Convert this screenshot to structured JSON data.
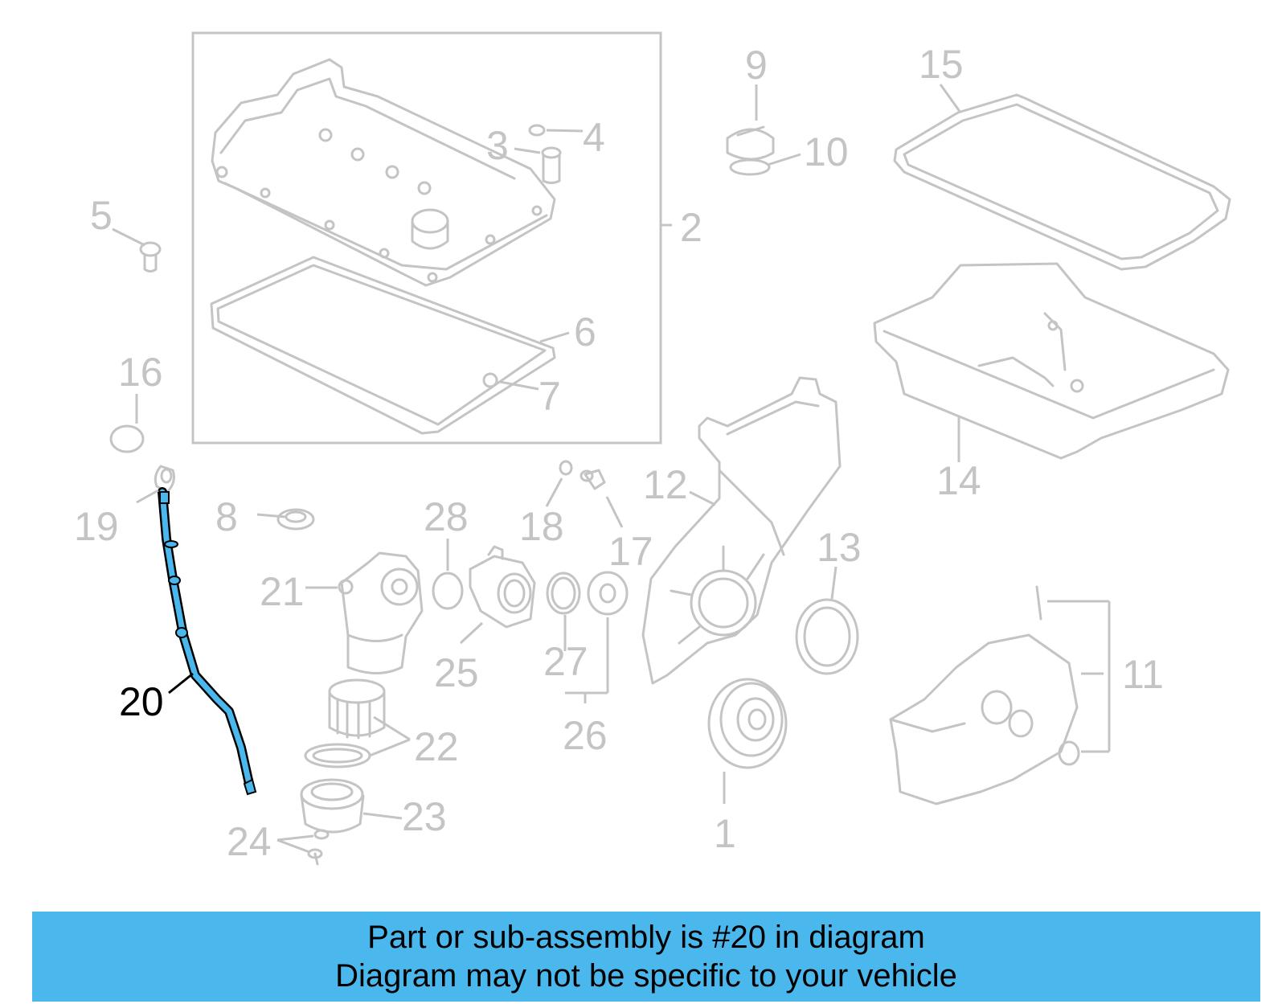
{
  "colors": {
    "inactive": "#c4c4c4",
    "highlight": "#4bb8ed",
    "highlight_outline": "#000000",
    "banner_bg": "#4bb8ed",
    "banner_text": "#000000"
  },
  "callouts": [
    {
      "id": "1",
      "label": "1"
    },
    {
      "id": "2",
      "label": "2"
    },
    {
      "id": "3",
      "label": "3"
    },
    {
      "id": "4",
      "label": "4"
    },
    {
      "id": "5",
      "label": "5"
    },
    {
      "id": "6",
      "label": "6"
    },
    {
      "id": "7",
      "label": "7"
    },
    {
      "id": "8",
      "label": "8"
    },
    {
      "id": "9",
      "label": "9"
    },
    {
      "id": "10",
      "label": "10"
    },
    {
      "id": "11",
      "label": "11"
    },
    {
      "id": "12",
      "label": "12"
    },
    {
      "id": "13",
      "label": "13"
    },
    {
      "id": "14",
      "label": "14"
    },
    {
      "id": "15",
      "label": "15"
    },
    {
      "id": "16",
      "label": "16"
    },
    {
      "id": "17",
      "label": "17"
    },
    {
      "id": "18",
      "label": "18"
    },
    {
      "id": "19",
      "label": "19"
    },
    {
      "id": "20",
      "label": "20",
      "highlighted": true
    },
    {
      "id": "21",
      "label": "21"
    },
    {
      "id": "22",
      "label": "22"
    },
    {
      "id": "23",
      "label": "23"
    },
    {
      "id": "24",
      "label": "24"
    },
    {
      "id": "25",
      "label": "25"
    },
    {
      "id": "26",
      "label": "26"
    },
    {
      "id": "27",
      "label": "27"
    },
    {
      "id": "28",
      "label": "28"
    }
  ],
  "banner": {
    "line1": "Part or sub-assembly is #20 in diagram",
    "line2": "Diagram may not be specific to your vehicle"
  }
}
